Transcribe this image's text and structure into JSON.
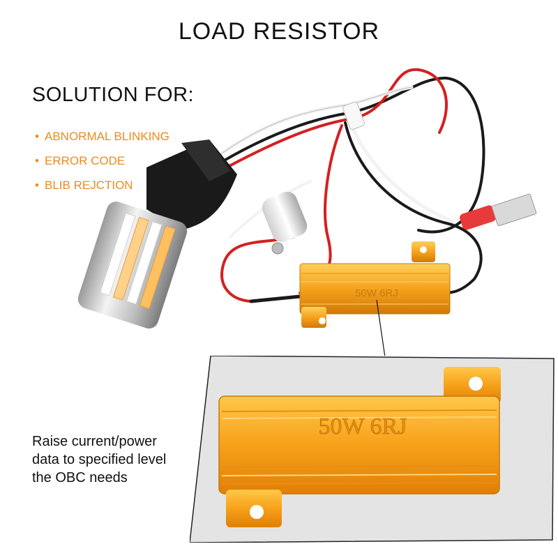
{
  "title": "LOAD RESISTOR",
  "solution": {
    "heading": "SOLUTION FOR:",
    "items": [
      "ABNORMAL BLINKING",
      "ERROR CODE",
      "BLIB REJCTION"
    ]
  },
  "resistor_label": "50W 6RJ",
  "caption": "Raise current/power\ndata to specified level\nthe OBC needs",
  "colors": {
    "accent": "#ee8a1c",
    "resistor_orange": "#f5a21c",
    "wire_red": "#d42020",
    "wire_black": "#1a1a1a"
  },
  "icons": [
    "led-bulb-icon",
    "resistor-icon",
    "wire-harness-icon",
    "spade-connector-icon"
  ]
}
